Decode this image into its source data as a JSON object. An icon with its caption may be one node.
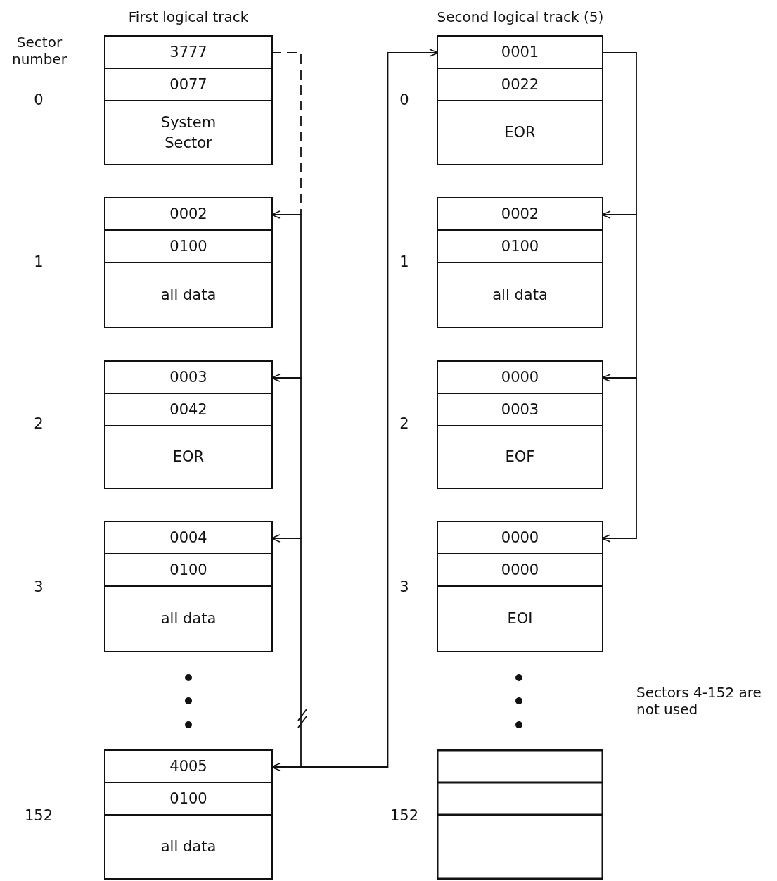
{
  "diagram": {
    "nodes": [
      {
        "text": [],
        "shape": "box"
      },
      {
        "text": [
          "3777"
        ],
        "in": 0
      },
      {
        "text": [
          "0077"
        ],
        "in": 0
      },
      {
        "text": [
          "System Sector"
        ],
        "in": 0
      },
      {
        "text": [],
        "shape": "box"
      },
      {
        "text": [
          "0002"
        ],
        "in": 4
      },
      {
        "text": [
          "0100"
        ],
        "in": 4
      },
      {
        "text": [
          "all data"
        ],
        "in": 4
      },
      {
        "text": [],
        "shape": "box"
      },
      {
        "text": [
          "0003"
        ],
        "in": 8
      },
      {
        "text": [
          "0042"
        ],
        "in": 8
      },
      {
        "text": [
          "EOR"
        ],
        "in": 8
      },
      {
        "text": [],
        "shape": "box"
      },
      {
        "text": [
          "0004"
        ],
        "in": 12
      },
      {
        "text": [
          "0100"
        ],
        "in": 12
      },
      {
        "text": [
          "all data"
        ],
        "in": 12
      },
      {
        "text": [],
        "shape": "box"
      },
      {
        "text": [
          "4005"
        ],
        "in": 16
      },
      {
        "text": [
          "0100"
        ],
        "in": 16
      },
      {
        "text": [
          "all data"
        ],
        "in": 16
      },
      {
        "text": [],
        "shape": "box"
      },
      {
        "text": [
          "0001"
        ],
        "in": 20
      },
      {
        "text": [
          "0022"
        ],
        "in": 20
      },
      {
        "text": [
          "EOR"
        ],
        "in": 20
      },
      {
        "text": [],
        "shape": "box"
      },
      {
        "text": [
          "0002"
        ],
        "in": 24
      },
      {
        "text": [
          "0100"
        ],
        "in": 24
      },
      {
        "text": [
          "all data"
        ],
        "in": 24
      },
      {
        "text": [],
        "shape": "box"
      },
      {
        "text": [
          "0000"
        ],
        "in": 28
      },
      {
        "text": [
          "0003"
        ],
        "in": 28
      },
      {
        "text": [
          "EOF"
        ],
        "in": 28
      },
      {
        "text": [],
        "shape": "box"
      },
      {
        "text": [
          "0000"
        ],
        "in": 32
      },
      {
        "text": [
          "0000"
        ],
        "in": 32
      },
      {
        "text": [
          "EOI"
        ],
        "in": 32
      },
      {
        "text": [],
        "shape": "box"
      },
      {
        "text": [],
        "shape": "box",
        "in": 36
      },
      {
        "text": [],
        "shape": "box",
        "in": 36
      },
      {
        "text": [],
        "shape": "box",
        "in": 36
      }
    ],
    "edges": [
      {
        "from": 1,
        "to": 5,
        "arrow": "to",
        "style": "dashed"
      },
      {
        "from": 5,
        "to": 9,
        "arrow": "to"
      },
      {
        "from": 9,
        "to": 13,
        "arrow": "to"
      },
      {
        "from": 13,
        "to": 17,
        "arrow": "to"
      },
      {
        "from": 17,
        "to": 21,
        "arrow": "to"
      },
      {
        "from": 21,
        "to": 25,
        "arrow": "to"
      },
      {
        "from": 25,
        "to": 29,
        "arrow": "to"
      },
      {
        "from": 29,
        "to": 33,
        "arrow": "to"
      }
    ],
    "labels": [
      "First logical track",
      "Second logical track (5)",
      "Sector number",
      "0",
      "0",
      "1",
      "1",
      "2",
      "2",
      "3",
      "3",
      "Sectors 4-152 are not used",
      "152",
      "152"
    ]
  }
}
